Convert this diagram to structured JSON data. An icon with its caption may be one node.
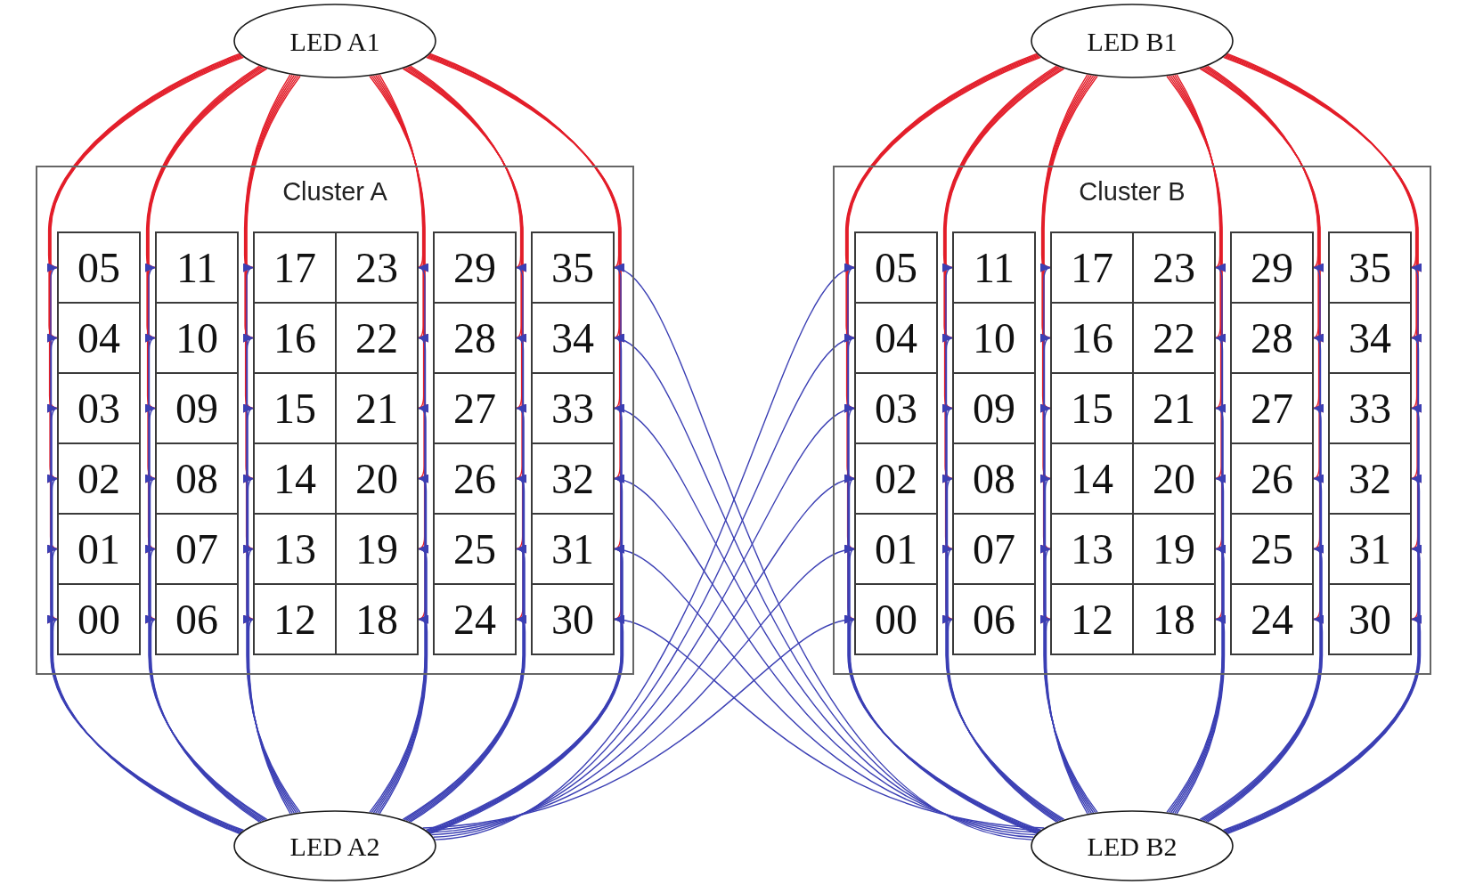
{
  "diagram": {
    "nodes": [
      {
        "text": [
          "LED A1"
        ]
      },
      {
        "text": [
          "LED B1"
        ]
      },
      {
        "text": [
          "Cluster A"
        ]
      },
      {
        "text": [
          "05"
        ],
        "in": 2
      },
      {
        "text": [
          "11"
        ],
        "in": 2
      },
      {
        "text": [
          "17"
        ],
        "in": 2
      },
      {
        "text": [
          "23"
        ],
        "in": 2
      },
      {
        "text": [
          "29"
        ],
        "in": 2
      },
      {
        "text": [
          "35"
        ],
        "in": 2
      },
      {
        "text": [
          "04"
        ],
        "in": 2
      },
      {
        "text": [
          "10"
        ],
        "in": 2
      },
      {
        "text": [
          "16"
        ],
        "in": 2
      },
      {
        "text": [
          "22"
        ],
        "in": 2
      },
      {
        "text": [
          "28"
        ],
        "in": 2
      },
      {
        "text": [
          "34"
        ],
        "in": 2
      },
      {
        "text": [
          "03"
        ],
        "in": 2
      },
      {
        "text": [
          "09"
        ],
        "in": 2
      },
      {
        "text": [
          "15"
        ],
        "in": 2
      },
      {
        "text": [
          "21"
        ],
        "in": 2
      },
      {
        "text": [
          "27"
        ],
        "in": 2
      },
      {
        "text": [
          "33"
        ],
        "in": 2
      },
      {
        "text": [
          "02"
        ],
        "in": 2
      },
      {
        "text": [
          "08"
        ],
        "in": 2
      },
      {
        "text": [
          "14"
        ],
        "in": 2
      },
      {
        "text": [
          "20"
        ],
        "in": 2
      },
      {
        "text": [
          "26"
        ],
        "in": 2
      },
      {
        "text": [
          "32"
        ],
        "in": 2
      },
      {
        "text": [
          "01"
        ],
        "in": 2
      },
      {
        "text": [
          "07"
        ],
        "in": 2
      },
      {
        "text": [
          "13"
        ],
        "in": 2
      },
      {
        "text": [
          "19"
        ],
        "in": 2
      },
      {
        "text": [
          "25"
        ],
        "in": 2
      },
      {
        "text": [
          "31"
        ],
        "in": 2
      },
      {
        "text": [
          "00"
        ],
        "in": 2
      },
      {
        "text": [
          "06"
        ],
        "in": 2
      },
      {
        "text": [
          "12"
        ],
        "in": 2
      },
      {
        "text": [
          "18"
        ],
        "in": 2
      },
      {
        "text": [
          "24"
        ],
        "in": 2
      },
      {
        "text": [
          "30"
        ],
        "in": 2
      },
      {
        "text": [
          "Cluster B"
        ]
      },
      {
        "text": [
          "05"
        ],
        "in": 39
      },
      {
        "text": [
          "11"
        ],
        "in": 39
      },
      {
        "text": [
          "17"
        ],
        "in": 39
      },
      {
        "text": [
          "23"
        ],
        "in": 39
      },
      {
        "text": [
          "29"
        ],
        "in": 39
      },
      {
        "text": [
          "35"
        ],
        "in": 39
      },
      {
        "text": [
          "04"
        ],
        "in": 39
      },
      {
        "text": [
          "10"
        ],
        "in": 39
      },
      {
        "text": [
          "16"
        ],
        "in": 39
      },
      {
        "text": [
          "22"
        ],
        "in": 39
      },
      {
        "text": [
          "28"
        ],
        "in": 39
      },
      {
        "text": [
          "34"
        ],
        "in": 39
      },
      {
        "text": [
          "03"
        ],
        "in": 39
      },
      {
        "text": [
          "09"
        ],
        "in": 39
      },
      {
        "text": [
          "15"
        ],
        "in": 39
      },
      {
        "text": [
          "21"
        ],
        "in": 39
      },
      {
        "text": [
          "27"
        ],
        "in": 39
      },
      {
        "text": [
          "33"
        ],
        "in": 39
      },
      {
        "text": [
          "02"
        ],
        "in": 39
      },
      {
        "text": [
          "08"
        ],
        "in": 39
      },
      {
        "text": [
          "14"
        ],
        "in": 39
      },
      {
        "text": [
          "20"
        ],
        "in": 39
      },
      {
        "text": [
          "26"
        ],
        "in": 39
      },
      {
        "text": [
          "32"
        ],
        "in": 39
      },
      {
        "text": [
          "01"
        ],
        "in": 39
      },
      {
        "text": [
          "07"
        ],
        "in": 39
      },
      {
        "text": [
          "13"
        ],
        "in": 39
      },
      {
        "text": [
          "19"
        ],
        "in": 39
      },
      {
        "text": [
          "25"
        ],
        "in": 39
      },
      {
        "text": [
          "31"
        ],
        "in": 39
      },
      {
        "text": [
          "00"
        ],
        "in": 39
      },
      {
        "text": [
          "06"
        ],
        "in": 39
      },
      {
        "text": [
          "12"
        ],
        "in": 39
      },
      {
        "text": [
          "18"
        ],
        "in": 39
      },
      {
        "text": [
          "24"
        ],
        "in": 39
      },
      {
        "text": [
          "30"
        ],
        "in": 39
      },
      {
        "text": [
          "LED A2"
        ]
      },
      {
        "text": [
          "LED B2"
        ]
      }
    ],
    "edges": [
      {
        "from": 0,
        "to": 3,
        "arrow": "to",
        "color": "#e31e2a"
      },
      {
        "from": 0,
        "to": 4,
        "arrow": "to",
        "color": "#e31e2a"
      },
      {
        "from": 0,
        "to": 5,
        "arrow": "to",
        "color": "#e31e2a"
      },
      {
        "from": 0,
        "to": 6,
        "arrow": "to",
        "color": "#e31e2a"
      },
      {
        "from": 0,
        "to": 7,
        "arrow": "to",
        "color": "#e31e2a"
      },
      {
        "from": 0,
        "to": 8,
        "arrow": "to",
        "color": "#e31e2a"
      },
      {
        "from": 0,
        "to": 9,
        "arrow": "to",
        "color": "#e31e2a"
      },
      {
        "from": 0,
        "to": 10,
        "arrow": "to",
        "color": "#e31e2a"
      },
      {
        "from": 0,
        "to": 11,
        "arrow": "to",
        "color": "#e31e2a"
      },
      {
        "from": 0,
        "to": 12,
        "arrow": "to",
        "color": "#e31e2a"
      },
      {
        "from": 0,
        "to": 13,
        "arrow": "to",
        "color": "#e31e2a"
      },
      {
        "from": 0,
        "to": 14,
        "arrow": "to",
        "color": "#e31e2a"
      },
      {
        "from": 0,
        "to": 15,
        "arrow": "to",
        "color": "#e31e2a"
      },
      {
        "from": 0,
        "to": 16,
        "arrow": "to",
        "color": "#e31e2a"
      },
      {
        "from": 0,
        "to": 17,
        "arrow": "to",
        "color": "#e31e2a"
      },
      {
        "from": 0,
        "to": 18,
        "arrow": "to",
        "color": "#e31e2a"
      },
      {
        "from": 0,
        "to": 19,
        "arrow": "to",
        "color": "#e31e2a"
      },
      {
        "from": 0,
        "to": 20,
        "arrow": "to",
        "color": "#e31e2a"
      },
      {
        "from": 0,
        "to": 21,
        "arrow": "to",
        "color": "#e31e2a"
      },
      {
        "from": 0,
        "to": 22,
        "arrow": "to",
        "color": "#e31e2a"
      },
      {
        "from": 0,
        "to": 23,
        "arrow": "to",
        "color": "#e31e2a"
      },
      {
        "from": 0,
        "to": 24,
        "arrow": "to",
        "color": "#e31e2a"
      },
      {
        "from": 0,
        "to": 25,
        "arrow": "to",
        "color": "#e31e2a"
      },
      {
        "from": 0,
        "to": 26,
        "arrow": "to",
        "color": "#e31e2a"
      },
      {
        "from": 0,
        "to": 27,
        "arrow": "to",
        "color": "#e31e2a"
      },
      {
        "from": 0,
        "to": 28,
        "arrow": "to",
        "color": "#e31e2a"
      },
      {
        "from": 0,
        "to": 29,
        "arrow": "to",
        "color": "#e31e2a"
      },
      {
        "from": 0,
        "to": 30,
        "arrow": "to",
        "color": "#e31e2a"
      },
      {
        "from": 0,
        "to": 31,
        "arrow": "to",
        "color": "#e31e2a"
      },
      {
        "from": 0,
        "to": 32,
        "arrow": "to",
        "color": "#e31e2a"
      },
      {
        "from": 0,
        "to": 33,
        "arrow": "to",
        "color": "#e31e2a"
      },
      {
        "from": 0,
        "to": 34,
        "arrow": "to",
        "color": "#e31e2a"
      },
      {
        "from": 0,
        "to": 35,
        "arrow": "to",
        "color": "#e31e2a"
      },
      {
        "from": 0,
        "to": 36,
        "arrow": "to",
        "color": "#e31e2a"
      },
      {
        "from": 0,
        "to": 37,
        "arrow": "to",
        "color": "#e31e2a"
      },
      {
        "from": 0,
        "to": 38,
        "arrow": "to",
        "color": "#e31e2a"
      },
      {
        "from": 1,
        "to": 40,
        "arrow": "to",
        "color": "#e31e2a"
      },
      {
        "from": 1,
        "to": 41,
        "arrow": "to",
        "color": "#e31e2a"
      },
      {
        "from": 1,
        "to": 42,
        "arrow": "to",
        "color": "#e31e2a"
      },
      {
        "from": 1,
        "to": 43,
        "arrow": "to",
        "color": "#e31e2a"
      },
      {
        "from": 1,
        "to": 44,
        "arrow": "to",
        "color": "#e31e2a"
      },
      {
        "from": 1,
        "to": 45,
        "arrow": "to",
        "color": "#e31e2a"
      },
      {
        "from": 1,
        "to": 46,
        "arrow": "to",
        "color": "#e31e2a"
      },
      {
        "from": 1,
        "to": 47,
        "arrow": "to",
        "color": "#e31e2a"
      },
      {
        "from": 1,
        "to": 48,
        "arrow": "to",
        "color": "#e31e2a"
      },
      {
        "from": 1,
        "to": 49,
        "arrow": "to",
        "color": "#e31e2a"
      },
      {
        "from": 1,
        "to": 50,
        "arrow": "to",
        "color": "#e31e2a"
      },
      {
        "from": 1,
        "to": 51,
        "arrow": "to",
        "color": "#e31e2a"
      },
      {
        "from": 1,
        "to": 52,
        "arrow": "to",
        "color": "#e31e2a"
      },
      {
        "from": 1,
        "to": 53,
        "arrow": "to",
        "color": "#e31e2a"
      },
      {
        "from": 1,
        "to": 54,
        "arrow": "to",
        "color": "#e31e2a"
      },
      {
        "from": 1,
        "to": 55,
        "arrow": "to",
        "color": "#e31e2a"
      },
      {
        "from": 1,
        "to": 56,
        "arrow": "to",
        "color": "#e31e2a"
      },
      {
        "from": 1,
        "to": 57,
        "arrow": "to",
        "color": "#e31e2a"
      },
      {
        "from": 1,
        "to": 58,
        "arrow": "to",
        "color": "#e31e2a"
      },
      {
        "from": 1,
        "to": 59,
        "arrow": "to",
        "color": "#e31e2a"
      },
      {
        "from": 1,
        "to": 60,
        "arrow": "to",
        "color": "#e31e2a"
      },
      {
        "from": 1,
        "to": 61,
        "arrow": "to",
        "color": "#e31e2a"
      },
      {
        "from": 1,
        "to": 62,
        "arrow": "to",
        "color": "#e31e2a"
      },
      {
        "from": 1,
        "to": 63,
        "arrow": "to",
        "color": "#e31e2a"
      },
      {
        "from": 1,
        "to": 64,
        "arrow": "to",
        "color": "#e31e2a"
      },
      {
        "from": 1,
        "to": 65,
        "arrow": "to",
        "color": "#e31e2a"
      },
      {
        "from": 1,
        "to": 66,
        "arrow": "to",
        "color": "#e31e2a"
      },
      {
        "from": 1,
        "to": 67,
        "arrow": "to",
        "color": "#e31e2a"
      },
      {
        "from": 1,
        "to": 68,
        "arrow": "to",
        "color": "#e31e2a"
      },
      {
        "from": 1,
        "to": 69,
        "arrow": "to",
        "color": "#e31e2a"
      },
      {
        "from": 1,
        "to": 70,
        "arrow": "to",
        "color": "#e31e2a"
      },
      {
        "from": 1,
        "to": 71,
        "arrow": "to",
        "color": "#e31e2a"
      },
      {
        "from": 1,
        "to": 72,
        "arrow": "to",
        "color": "#e31e2a"
      },
      {
        "from": 1,
        "to": 73,
        "arrow": "to",
        "color": "#e31e2a"
      },
      {
        "from": 1,
        "to": 74,
        "arrow": "to",
        "color": "#e31e2a"
      },
      {
        "from": 1,
        "to": 75,
        "arrow": "to",
        "color": "#e31e2a"
      },
      {
        "from": 76,
        "to": 3,
        "arrow": "to"
      },
      {
        "from": 76,
        "to": 4,
        "arrow": "to"
      },
      {
        "from": 76,
        "to": 5,
        "arrow": "to"
      },
      {
        "from": 76,
        "to": 6,
        "arrow": "to"
      },
      {
        "from": 76,
        "to": 7,
        "arrow": "to"
      },
      {
        "from": 76,
        "to": 8,
        "arrow": "to"
      },
      {
        "from": 76,
        "to": 9,
        "arrow": "to"
      },
      {
        "from": 76,
        "to": 10,
        "arrow": "to"
      },
      {
        "from": 76,
        "to": 11,
        "arrow": "to"
      },
      {
        "from": 76,
        "to": 12,
        "arrow": "to"
      },
      {
        "from": 76,
        "to": 13,
        "arrow": "to"
      },
      {
        "from": 76,
        "to": 14,
        "arrow": "to"
      },
      {
        "from": 76,
        "to": 15,
        "arrow": "to"
      },
      {
        "from": 76,
        "to": 16,
        "arrow": "to"
      },
      {
        "from": 76,
        "to": 17,
        "arrow": "to"
      },
      {
        "from": 76,
        "to": 18,
        "arrow": "to"
      },
      {
        "from": 76,
        "to": 19,
        "arrow": "to"
      },
      {
        "from": 76,
        "to": 20,
        "arrow": "to"
      },
      {
        "from": 76,
        "to": 21,
        "arrow": "to"
      },
      {
        "from": 76,
        "to": 22,
        "arrow": "to"
      },
      {
        "from": 76,
        "to": 23,
        "arrow": "to"
      },
      {
        "from": 76,
        "to": 24,
        "arrow": "to"
      },
      {
        "from": 76,
        "to": 25,
        "arrow": "to"
      },
      {
        "from": 76,
        "to": 26,
        "arrow": "to"
      },
      {
        "from": 76,
        "to": 27,
        "arrow": "to"
      },
      {
        "from": 76,
        "to": 28,
        "arrow": "to"
      },
      {
        "from": 76,
        "to": 29,
        "arrow": "to"
      },
      {
        "from": 76,
        "to": 30,
        "arrow": "to"
      },
      {
        "from": 76,
        "to": 31,
        "arrow": "to"
      },
      {
        "from": 76,
        "to": 32,
        "arrow": "to"
      },
      {
        "from": 76,
        "to": 33,
        "arrow": "to"
      },
      {
        "from": 76,
        "to": 34,
        "arrow": "to"
      },
      {
        "from": 76,
        "to": 35,
        "arrow": "to"
      },
      {
        "from": 76,
        "to": 36,
        "arrow": "to"
      },
      {
        "from": 76,
        "to": 37,
        "arrow": "to"
      },
      {
        "from": 76,
        "to": 38,
        "arrow": "to"
      },
      {
        "from": 77,
        "to": 40,
        "arrow": "to"
      },
      {
        "from": 77,
        "to": 41,
        "arrow": "to"
      },
      {
        "from": 77,
        "to": 42,
        "arrow": "to"
      },
      {
        "from": 77,
        "to": 43,
        "arrow": "to"
      },
      {
        "from": 77,
        "to": 44,
        "arrow": "to"
      },
      {
        "from": 77,
        "to": 45,
        "arrow": "to"
      },
      {
        "from": 77,
        "to": 46,
        "arrow": "to"
      },
      {
        "from": 77,
        "to": 47,
        "arrow": "to"
      },
      {
        "from": 77,
        "to": 48,
        "arrow": "to"
      },
      {
        "from": 77,
        "to": 49,
        "arrow": "to"
      },
      {
        "from": 77,
        "to": 50,
        "arrow": "to"
      },
      {
        "from": 77,
        "to": 51,
        "arrow": "to"
      },
      {
        "from": 77,
        "to": 52,
        "arrow": "to"
      },
      {
        "from": 77,
        "to": 53,
        "arrow": "to"
      },
      {
        "from": 77,
        "to": 54,
        "arrow": "to"
      },
      {
        "from": 77,
        "to": 55,
        "arrow": "to"
      },
      {
        "from": 77,
        "to": 56,
        "arrow": "to"
      },
      {
        "from": 77,
        "to": 57,
        "arrow": "to"
      },
      {
        "from": 77,
        "to": 58,
        "arrow": "to"
      },
      {
        "from": 77,
        "to": 59,
        "arrow": "to"
      },
      {
        "from": 77,
        "to": 60,
        "arrow": "to"
      },
      {
        "from": 77,
        "to": 61,
        "arrow": "to"
      },
      {
        "from": 77,
        "to": 62,
        "arrow": "to"
      },
      {
        "from": 77,
        "to": 63,
        "arrow": "to"
      },
      {
        "from": 77,
        "to": 64,
        "arrow": "to"
      },
      {
        "from": 77,
        "to": 65,
        "arrow": "to"
      },
      {
        "from": 77,
        "to": 66,
        "arrow": "to"
      },
      {
        "from": 77,
        "to": 67,
        "arrow": "to"
      },
      {
        "from": 77,
        "to": 68,
        "arrow": "to"
      },
      {
        "from": 77,
        "to": 69,
        "arrow": "to"
      },
      {
        "from": 77,
        "to": 70,
        "arrow": "to"
      },
      {
        "from": 77,
        "to": 71,
        "arrow": "to"
      },
      {
        "from": 77,
        "to": 72,
        "arrow": "to"
      },
      {
        "from": 77,
        "to": 73,
        "arrow": "to"
      },
      {
        "from": 77,
        "to": 74,
        "arrow": "to"
      },
      {
        "from": 77,
        "to": 75,
        "arrow": "to"
      },
      {
        "from": 76,
        "to": 40,
        "arrow": "to"
      },
      {
        "from": 76,
        "to": 46,
        "arrow": "to"
      },
      {
        "from": 76,
        "to": 52,
        "arrow": "to"
      },
      {
        "from": 76,
        "to": 58,
        "arrow": "to"
      },
      {
        "from": 76,
        "to": 64,
        "arrow": "to"
      },
      {
        "from": 76,
        "to": 70,
        "arrow": "to"
      },
      {
        "from": 77,
        "to": 8,
        "arrow": "to"
      },
      {
        "from": 77,
        "to": 14,
        "arrow": "to"
      },
      {
        "from": 77,
        "to": 20,
        "arrow": "to"
      },
      {
        "from": 77,
        "to": 26,
        "arrow": "to"
      },
      {
        "from": 77,
        "to": 32,
        "arrow": "to"
      },
      {
        "from": 77,
        "to": 38,
        "arrow": "to"
      }
    ]
  }
}
